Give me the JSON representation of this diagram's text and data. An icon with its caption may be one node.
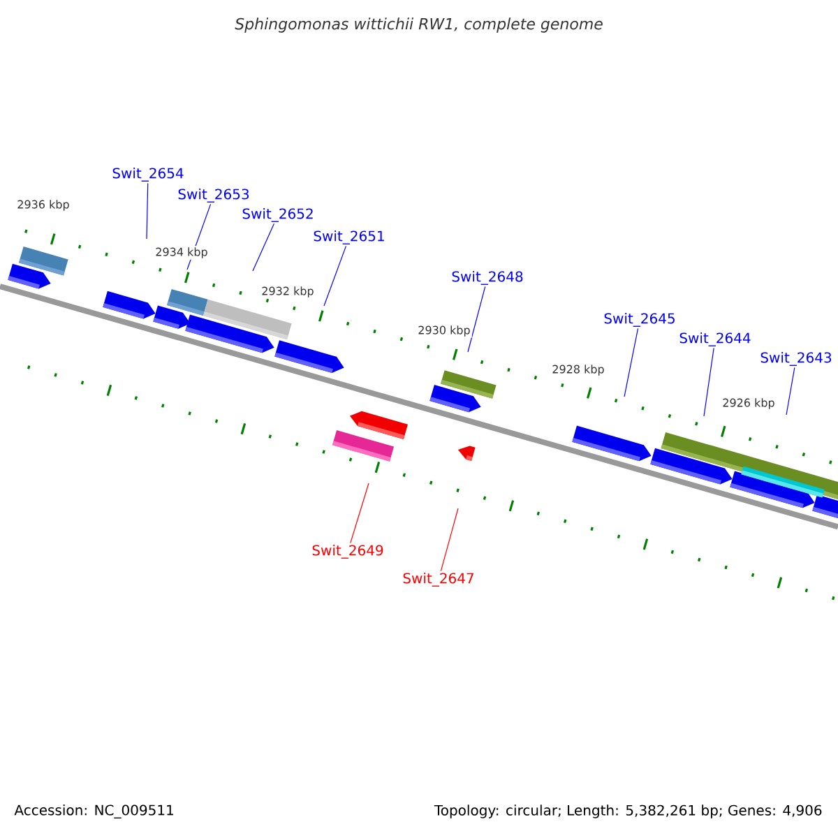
{
  "diagram": {
    "title": "Sphingomonas wittichii RW1, complete genome",
    "nodes": [
      {
        "text": [
          "Swit_2654"
        ]
      },
      {
        "text": [
          "Swit_2653"
        ]
      },
      {
        "text": [
          "Swit_2652"
        ]
      },
      {
        "text": [
          "Swit_2651"
        ]
      },
      {
        "text": [
          "Swit_2648"
        ]
      },
      {
        "text": [
          "Swit_2645"
        ]
      },
      {
        "text": [
          "Swit_2644"
        ]
      },
      {
        "text": [
          "Swit_2643"
        ]
      },
      {
        "text": [
          "Swit_2649"
        ]
      },
      {
        "text": [
          "Swit_2647"
        ]
      }
    ],
    "edges": [
      {
        "from": 0,
        "to": null,
        "arrow": "none"
      },
      {
        "from": 1,
        "to": null,
        "arrow": "none"
      },
      {
        "from": 2,
        "to": null,
        "arrow": "none"
      },
      {
        "from": 3,
        "to": null,
        "arrow": "none"
      },
      {
        "from": 4,
        "to": null,
        "arrow": "none"
      },
      {
        "from": 5,
        "to": null,
        "arrow": "none"
      },
      {
        "from": 6,
        "to": null,
        "arrow": "none"
      },
      {
        "from": 7,
        "to": null,
        "arrow": "none"
      },
      {
        "from": 8,
        "to": null,
        "arrow": "none",
        "color": "#ff0000"
      },
      {
        "from": 9,
        "to": null,
        "arrow": "none",
        "color": "#ff0000"
      }
    ],
    "labels": [
      "2936 kbp",
      "2934 kbp",
      "2932 kbp",
      "2930 kbp",
      "2928 kbp",
      "2926 kbp",
      "Accession: NC_009511",
      "Topology: circular; Length: 5,382,261 bp; Genes: 4,906"
    ]
  }
}
